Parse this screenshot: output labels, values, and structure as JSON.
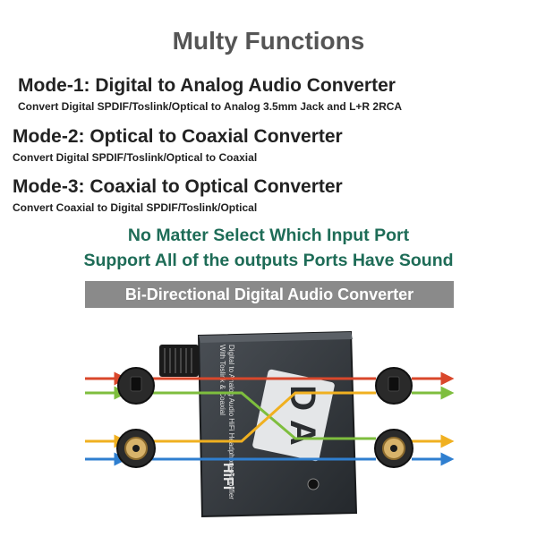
{
  "main_title": "Multy Functions",
  "modes": [
    {
      "title": "Mode-1: Digital to Analog Audio Converter",
      "description": "Convert Digital SPDIF/Toslink/Optical to Analog 3.5mm Jack and L+R 2RCA"
    },
    {
      "title": "Mode-2: Optical to Coaxial Converter",
      "description": "Convert Digital SPDIF/Toslink/Optical to Coaxial"
    },
    {
      "title": "Mode-3: Coaxial to Optical Converter",
      "description": "Convert Coaxial to Digital SPDIF/Toslink/Optical"
    }
  ],
  "highlight": {
    "line1": "No Matter Select Which Input Port",
    "line2": "Support All of the outputs Ports Have Sound"
  },
  "banner": "Bi-Directional Digital Audio Converter",
  "device": {
    "label1": "Digital to Analog Audio HiFi Headphone Amplifier",
    "label2": "With Toslink & Coaxial",
    "logo": "D A",
    "hifi": "HiFi"
  },
  "colors": {
    "title_gray": "#555555",
    "accent_green": "#1e6c57",
    "banner_gray": "#8a8a8a",
    "arrow_red": "#d9472b",
    "arrow_green": "#7ebe3e",
    "arrow_yellow": "#f0b020",
    "arrow_blue": "#2f7fd0"
  },
  "icons": [
    "optical-port-icon",
    "coaxial-port-icon",
    "headphone-jack-icon",
    "signal-arrow-icon"
  ]
}
